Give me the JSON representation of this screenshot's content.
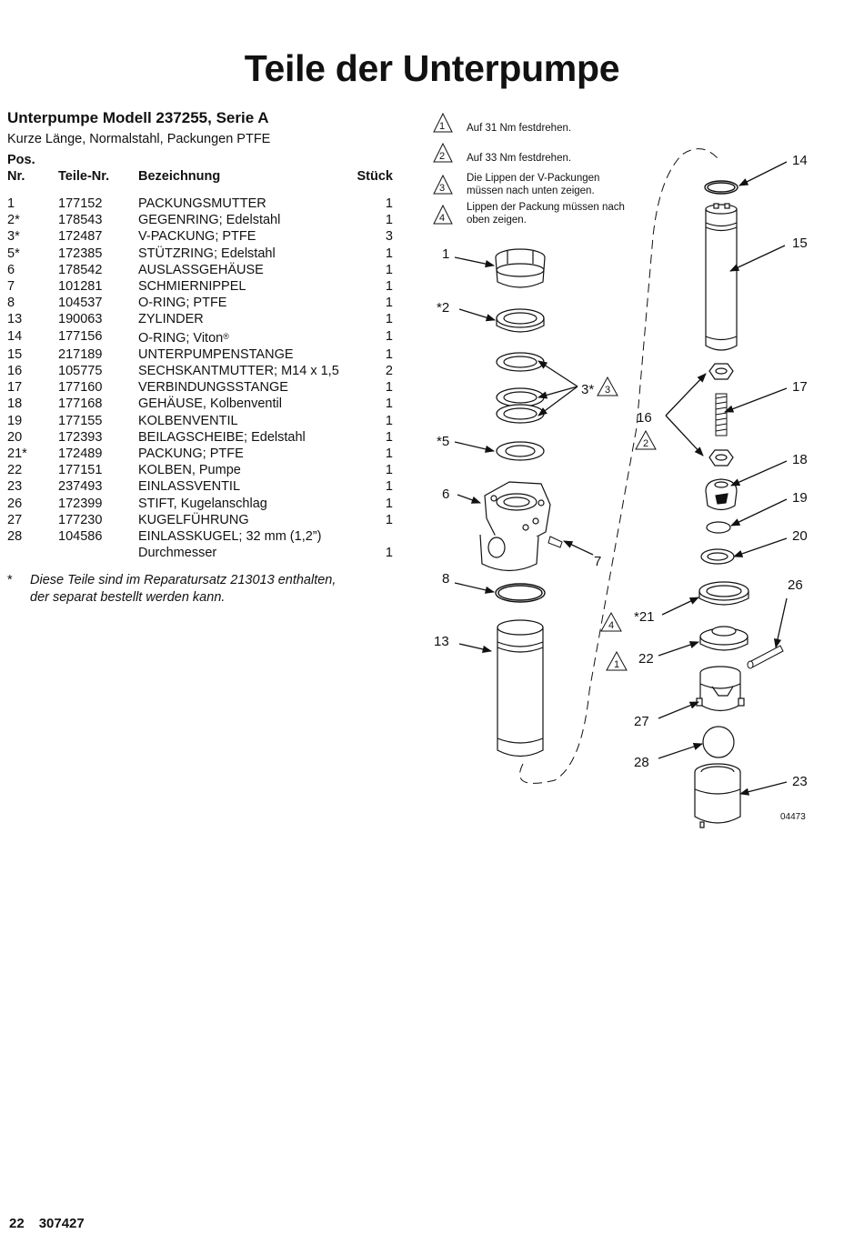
{
  "title": "Teile der Unterpumpe",
  "subtitle": "Unterpumpe Modell 237255, Serie A",
  "description": "Kurze Länge, Normalstahl, Packungen PTFE",
  "table": {
    "headers": {
      "pos_line1": "Pos.",
      "pos_line2": "Nr.",
      "part": "Teile-Nr.",
      "description": "Bezeichnung",
      "qty": "Stück"
    },
    "rows": [
      {
        "pos": "1",
        "part": "177152",
        "desc": "PACKUNGSMUTTER",
        "qty": "1"
      },
      {
        "pos": "2*",
        "part": "178543",
        "desc": "GEGENRING; Edelstahl",
        "qty": "1"
      },
      {
        "pos": "3*",
        "part": "172487",
        "desc": "V-PACKUNG; PTFE",
        "qty": "3"
      },
      {
        "pos": "5*",
        "part": "172385",
        "desc": "STÜTZRING; Edelstahl",
        "qty": "1"
      },
      {
        "pos": "6",
        "part": "178542",
        "desc": "AUSLASSGEHÄUSE",
        "qty": "1"
      },
      {
        "pos": "7",
        "part": "101281",
        "desc": "SCHMIERNIPPEL",
        "qty": "1"
      },
      {
        "pos": "8",
        "part": "104537",
        "desc": "O-RING; PTFE",
        "qty": "1"
      },
      {
        "pos": "13",
        "part": "190063",
        "desc": "ZYLINDER",
        "qty": "1"
      },
      {
        "pos": "14",
        "part": "177156",
        "desc": "O-RING; Viton",
        "desc_mark": "®",
        "qty": "1"
      },
      {
        "pos": "15",
        "part": "217189",
        "desc": "UNTERPUMPENSTANGE",
        "qty": "1"
      },
      {
        "pos": "16",
        "part": "105775",
        "desc": "SECHSKANTMUTTER; M14 x 1,5",
        "qty": "2"
      },
      {
        "pos": "17",
        "part": "177160",
        "desc": "VERBINDUNGSSTANGE",
        "qty": "1"
      },
      {
        "pos": "18",
        "part": "177168",
        "desc": "GEHÄUSE, Kolbenventil",
        "qty": "1"
      },
      {
        "pos": "19",
        "part": "177155",
        "desc": "KOLBENVENTIL",
        "qty": "1"
      },
      {
        "pos": "20",
        "part": "172393",
        "desc": "BEILAGSCHEIBE; Edelstahl",
        "qty": "1"
      },
      {
        "pos": "21*",
        "part": "172489",
        "desc": "PACKUNG; PTFE",
        "qty": "1"
      },
      {
        "pos": "22",
        "part": "177151",
        "desc": "KOLBEN, Pumpe",
        "qty": "1"
      },
      {
        "pos": "23",
        "part": "237493",
        "desc": "EINLASSVENTIL",
        "qty": "1"
      },
      {
        "pos": "26",
        "part": "172399",
        "desc": "STIFT, Kugelanschlag",
        "qty": "1"
      },
      {
        "pos": "27",
        "part": "177230",
        "desc": "KUGELFÜHRUNG",
        "qty": "1"
      },
      {
        "pos": "28",
        "part": "104586",
        "desc": "EINLASSKUGEL; 32 mm (1,2”)",
        "qty": ""
      },
      {
        "pos": "",
        "part": "",
        "desc": "Durchmesser",
        "qty": "1"
      }
    ]
  },
  "footnote": {
    "marker": "*",
    "line1": "Diese Teile sind im Reparatursatz 213013 enthalten,",
    "line2": "der separat bestellt werden kann."
  },
  "diagram": {
    "notes": [
      {
        "num": "1",
        "text": "Auf 31 Nm festdrehen."
      },
      {
        "num": "2",
        "text": "Auf 33 Nm festdrehen."
      },
      {
        "num": "3",
        "line1": "Die Lippen der V-Packungen",
        "line2": "müssen nach unten zeigen."
      },
      {
        "num": "4",
        "line1": "Lippen der Packung müssen nach",
        "line2": "oben zeigen."
      }
    ],
    "callouts": {
      "c1": "1",
      "c2": "*2",
      "c3": "3*",
      "c5": "*5",
      "c6": "6",
      "c7": "7",
      "c8": "8",
      "c13": "13",
      "c14": "14",
      "c15": "15",
      "c16": "16",
      "c17": "17",
      "c18": "18",
      "c19": "19",
      "c20": "20",
      "c21": "*21",
      "c22": "22",
      "c23": "23",
      "c26": "26",
      "c27": "27",
      "c28": "28"
    },
    "triangle_refs": {
      "t3": "3",
      "t2": "2",
      "t4": "4",
      "t1": "1"
    },
    "figure_id": "04473"
  },
  "footer": {
    "page": "22",
    "doc": "307427"
  }
}
